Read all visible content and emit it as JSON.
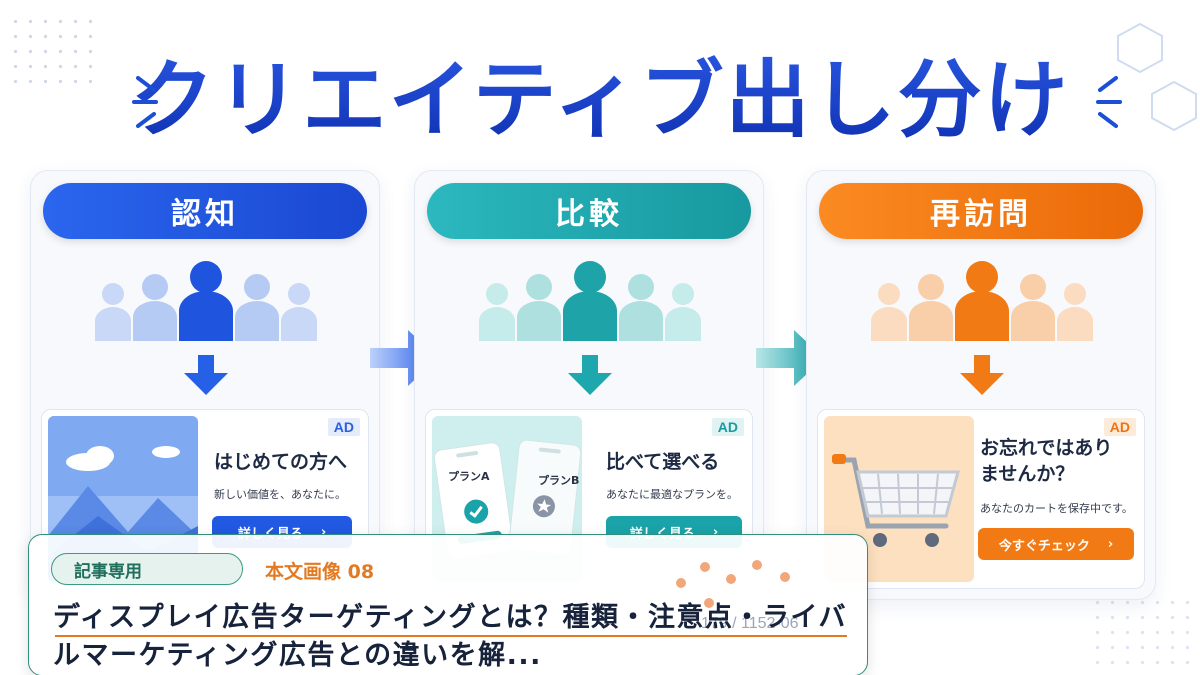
{
  "title": "クリエイティブ出し分け",
  "panels": [
    {
      "heading": "認知",
      "color": "#1a56e0",
      "ad": {
        "badge": "AD",
        "title": "はじめての方へ",
        "subtitle": "新しい価値を、あなたに。",
        "button": "詳しく見る",
        "button_arrow": "›"
      }
    },
    {
      "heading": "比較",
      "color": "#1ea8b0",
      "ad": {
        "badge": "AD",
        "plan_a": "プランA",
        "plan_b": "プランB",
        "title": "比べて選べる",
        "subtitle": "あなたに最適なプランを。",
        "button": "詳しく見る",
        "button_arrow": "›"
      }
    },
    {
      "heading": "再訪問",
      "color": "#f07a12",
      "ad": {
        "badge": "AD",
        "title": "お忘れではありませんか？",
        "subtitle": "あなたのカートを保存中です。",
        "button": "今すぐチェック",
        "button_arrow": "›"
      }
    }
  ],
  "caption": {
    "category": "記事専用",
    "image_label": "本文画像 08",
    "article_title": "ディスプレイ広告ターゲティングとは？種類・注意点・ライバルマーケティング広告との違いを解...",
    "meta": "179 / 1152-06"
  }
}
